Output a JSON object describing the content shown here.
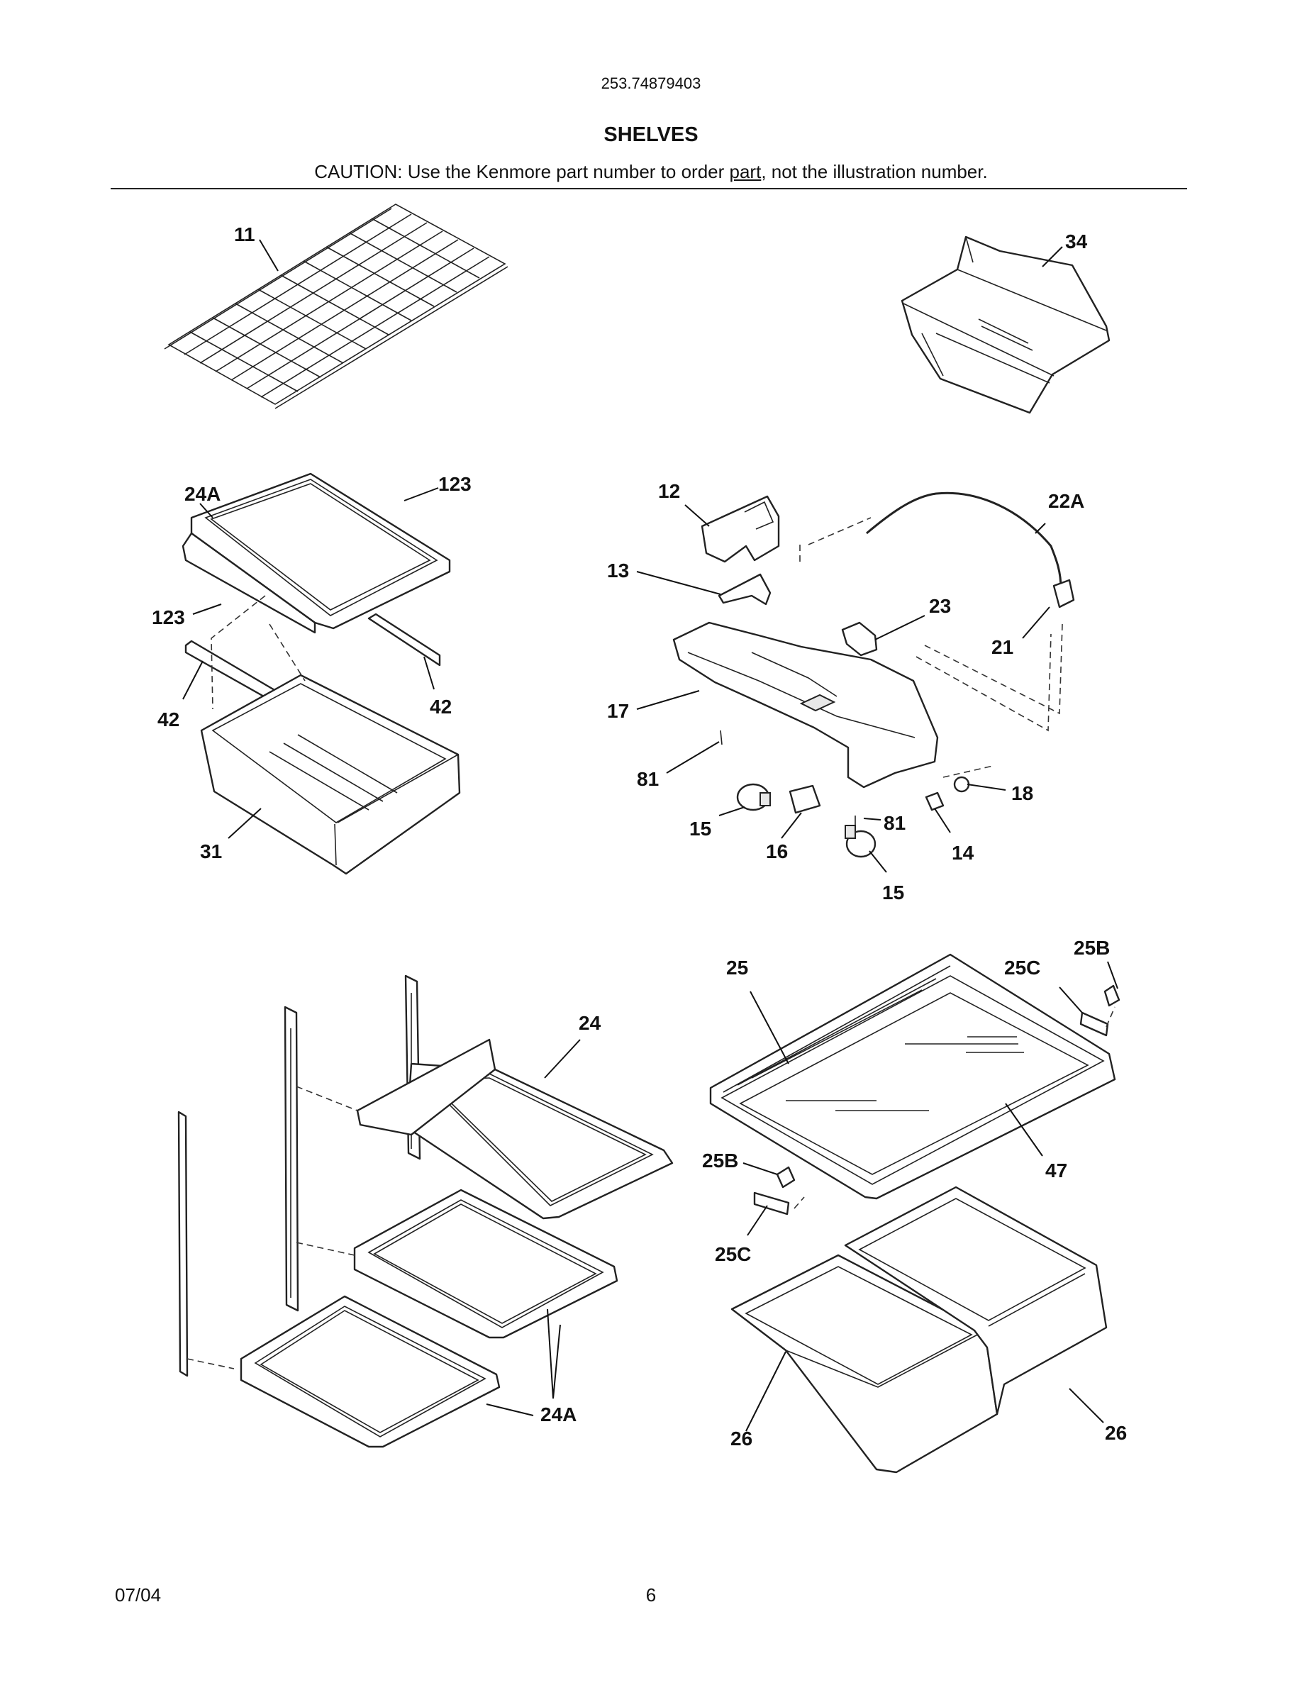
{
  "header": {
    "model_number": "253.74879403",
    "section_title": "SHELVES",
    "caution_before": "CAUTION: Use the Kenmore part number to order ",
    "caution_link": "part",
    "caution_after": ", not the illustration number."
  },
  "footer": {
    "date": "07/04",
    "page_number": "6"
  },
  "callouts": {
    "c11": "11",
    "c34": "34",
    "c24A_top": "24A",
    "c123_top": "123",
    "c123_left": "123",
    "c42_right": "42",
    "c42_left": "42",
    "c31": "31",
    "c12": "12",
    "c22A": "22A",
    "c13": "13",
    "c23": "23",
    "c21": "21",
    "c17": "17",
    "c81_left": "81",
    "c81_right": "81",
    "c18": "18",
    "c15_left": "15",
    "c16": "16",
    "c14": "14",
    "c15_bottom": "15",
    "c25B_top": "25B",
    "c25": "25",
    "c25C_top": "25C",
    "c24": "24",
    "c47": "47",
    "c25B_left": "25B",
    "c25C_left": "25C",
    "c24A_bottom": "24A",
    "c26_left": "26",
    "c26_right": "26"
  }
}
